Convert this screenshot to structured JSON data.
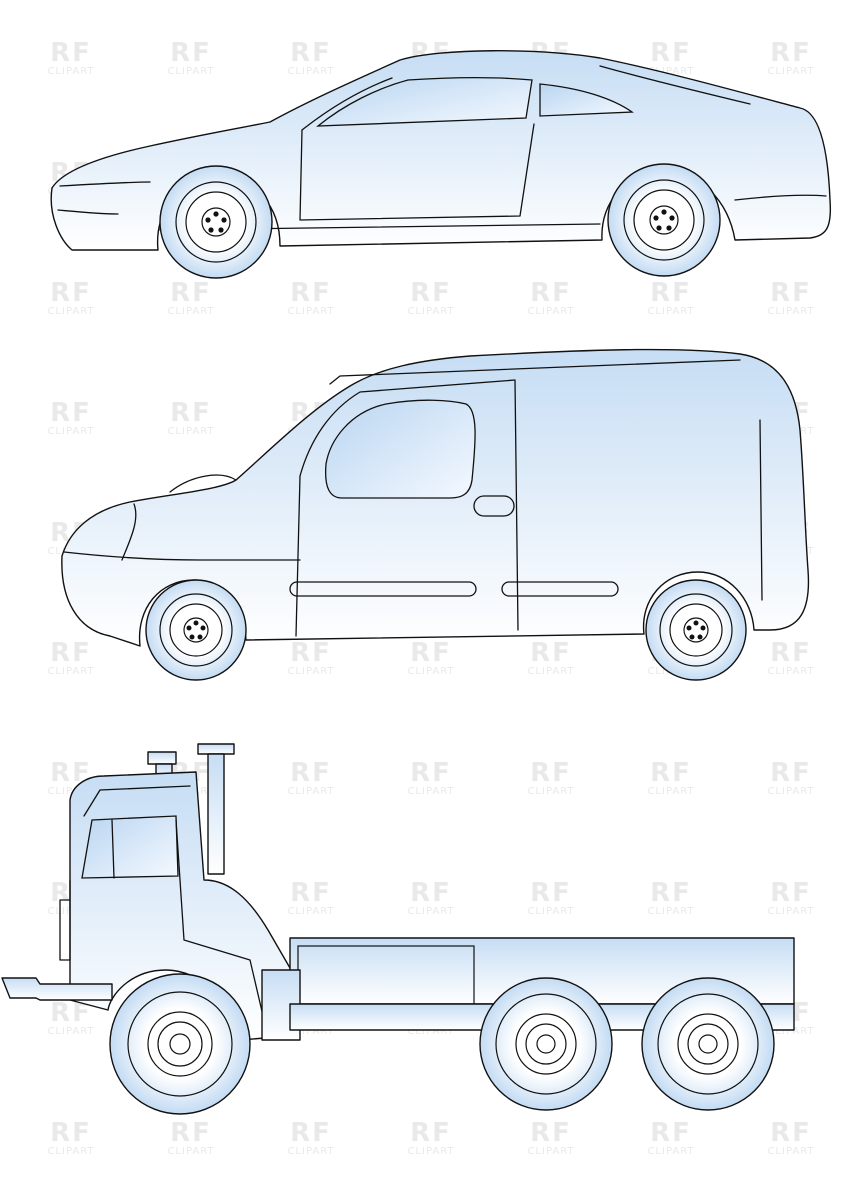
{
  "watermark": {
    "line1": "RF",
    "line2": "CLIPART"
  },
  "vehicles": [
    {
      "name": "sports-car"
    },
    {
      "name": "delivery-van"
    },
    {
      "name": "truck-chassis"
    }
  ],
  "colors": {
    "fill_light": "#ffffff",
    "fill_dark": "#c8def3",
    "outline": "#111111"
  }
}
